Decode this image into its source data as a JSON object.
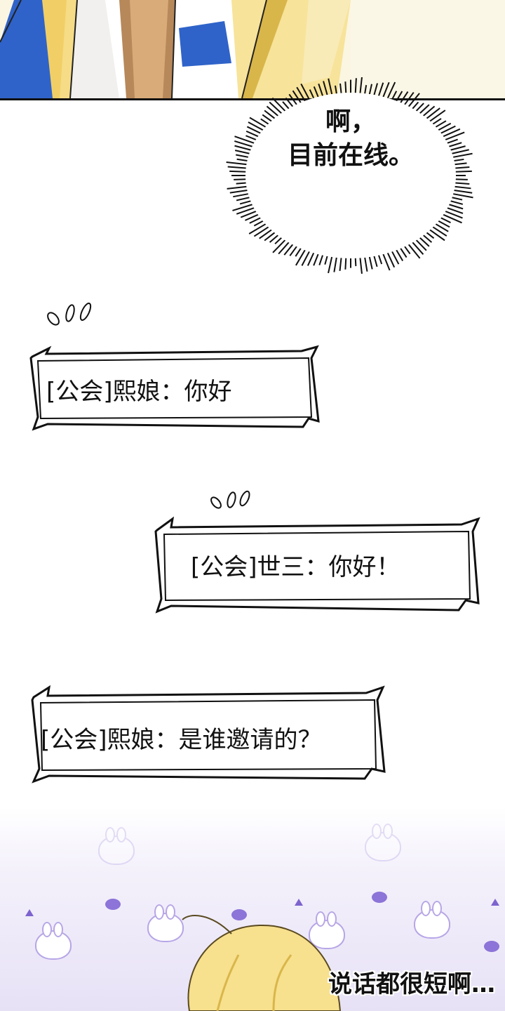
{
  "speech_bubble": {
    "line1": "啊，",
    "line2": "目前在线。"
  },
  "chat": [
    {
      "sender": "[公会]熙娘",
      "sep": "：",
      "message": "你好"
    },
    {
      "sender": "[公会]世三",
      "sep": "：",
      "message": "你好！"
    },
    {
      "sender": "[公会]熙娘",
      "sep": "：",
      "message": "是谁邀请的？"
    }
  ],
  "caption": "说话都很短啊…",
  "colors": {
    "ink": "#111111",
    "hair": "#f3d77a",
    "armor_blue": "#2f63c9",
    "bunny_outline": "#b7a6e6",
    "accent_purple": "#8c74d8"
  }
}
